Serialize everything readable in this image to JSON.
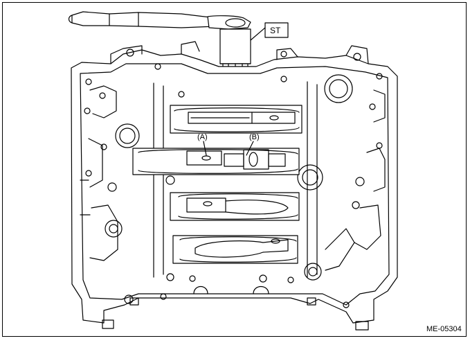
{
  "labels": {
    "tool": "ST",
    "callout_a": "(A)",
    "callout_b": "(B)",
    "figure_id": "ME-05304"
  }
}
